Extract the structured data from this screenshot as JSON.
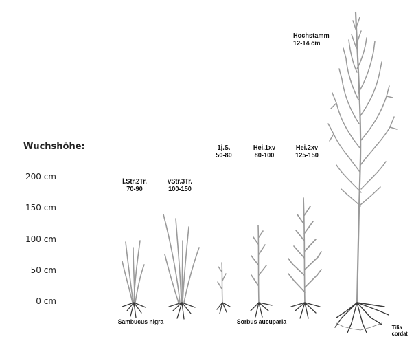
{
  "scale": {
    "title": "Wuchshöhe:",
    "ticks": [
      "200 cm",
      "150 cm",
      "100 cm",
      "50 cm",
      "0 cm"
    ]
  },
  "plants": [
    {
      "line1": "l.Str.2Tr.",
      "line2": "70-90"
    },
    {
      "line1": "vStr.3Tr.",
      "line2": "100-150"
    },
    {
      "line1": "1j.S.",
      "line2": "50-80"
    },
    {
      "line1": "Hei.1xv",
      "line2": "80-100"
    },
    {
      "line1": "Hei.2xv",
      "line2": "125-150"
    },
    {
      "line1": "Hochstamm",
      "line2": "12-14 cm"
    }
  ],
  "species": {
    "sambucus": "Sambucus nigra",
    "sorbus": "Sorbus aucuparia",
    "tilia_line1": "Tilia",
    "tilia_line2": "cordat"
  },
  "colors": {
    "stem": "#9a9a9a",
    "stem_dark": "#555555",
    "root": "#3a3a3a"
  }
}
